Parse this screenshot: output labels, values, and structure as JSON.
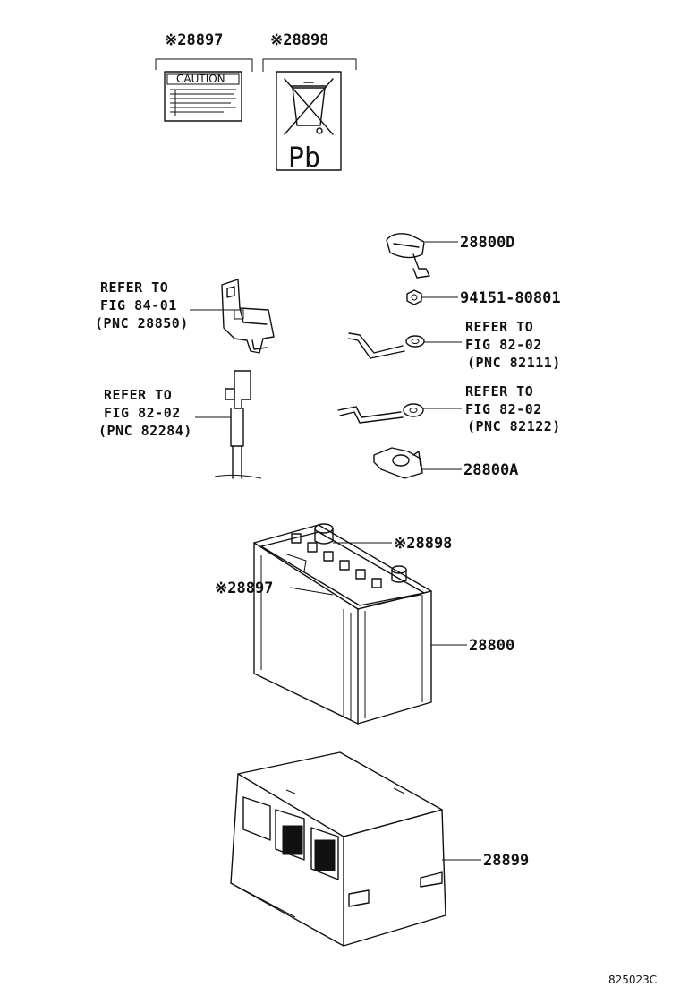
{
  "labels": {
    "top_label_a": "※28897",
    "top_label_b": "※28898",
    "battery_cover_clamp": "28800D",
    "nut": "94151-80801",
    "terminal_clamp": "28800A",
    "battery_label_b": "※28898",
    "battery_label_a": "※28897",
    "battery": "28800",
    "battery_tray": "28899"
  },
  "refs": {
    "bracket": {
      "line1": "REFER TO",
      "line2": "FIG 84-01",
      "line3": "(PNC 28850)"
    },
    "cable_left": {
      "line1": "REFER TO",
      "line2": "FIG 82-02",
      "line3": "(PNC 82284)"
    },
    "cable_upper": {
      "line1": "REFER TO",
      "line2": "FIG 82-02",
      "line3": "(PNC 82111)"
    },
    "cable_lower": {
      "line1": "REFER TO",
      "line2": "FIG 82-02",
      "line3": "(PNC 82122)"
    }
  },
  "caution_label_text": "CAUTION",
  "recycle_label_text": "Pb",
  "diagram_code": "825023C"
}
